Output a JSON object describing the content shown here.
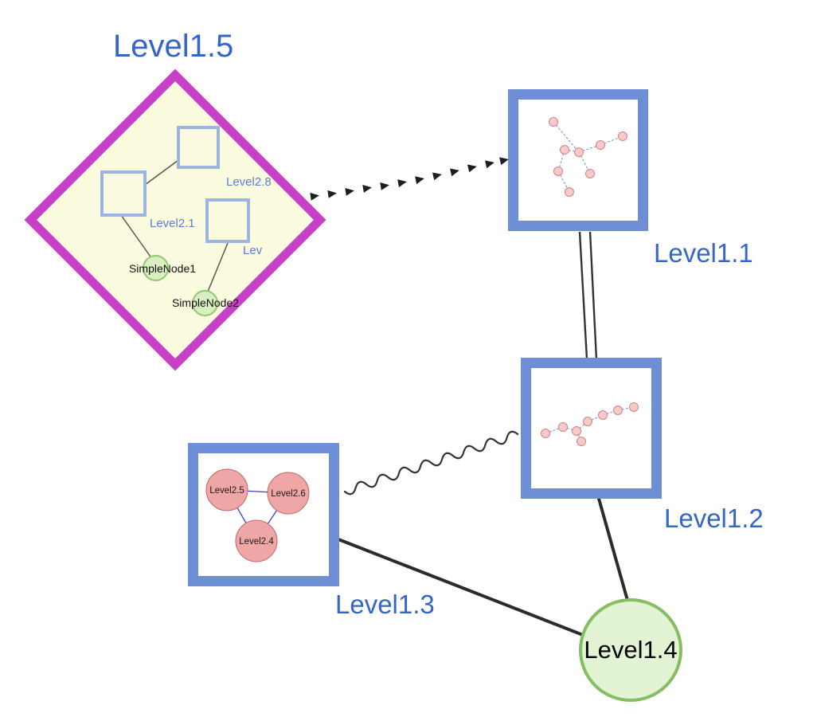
{
  "diagram": {
    "top_nodes": {
      "level15": {
        "label": "Level1.5",
        "shape": "diamond"
      },
      "level11": {
        "label": "Level1.1",
        "shape": "square"
      },
      "level12": {
        "label": "Level1.2",
        "shape": "square"
      },
      "level13": {
        "label": "Level1.3",
        "shape": "square"
      },
      "level14": {
        "label": "Level1.4",
        "shape": "circle"
      }
    },
    "level15_children": {
      "level28": "Level2.8",
      "level21": "Level2.1",
      "lev": "Lev",
      "simplenode1": "SimpleNode1",
      "simplenode2": "SimpleNode2"
    },
    "level13_children": {
      "level25": "Level2.5",
      "level26": "Level2.6",
      "level24": "Level2.4"
    },
    "edges": [
      {
        "from": "Level1.5",
        "to": "Level1.1",
        "style": "dashed-arrow"
      },
      {
        "from": "Level1.1",
        "to": "Level1.2",
        "style": "double-line"
      },
      {
        "from": "Level1.2",
        "to": "Level1.3",
        "style": "wavy"
      },
      {
        "from": "Level1.3",
        "to": "Level1.4",
        "style": "solid"
      },
      {
        "from": "Level1.2",
        "to": "Level1.4",
        "style": "solid"
      }
    ],
    "level15_edges": [
      {
        "from": "Level2.1",
        "to": "Level2.8"
      },
      {
        "from": "Level2.1",
        "to": "SimpleNode1"
      },
      {
        "from": "Lev",
        "to": "SimpleNode2"
      }
    ],
    "level13_edges": [
      {
        "from": "Level2.5",
        "to": "Level2.6"
      },
      {
        "from": "Level2.5",
        "to": "Level2.4"
      },
      {
        "from": "Level2.6",
        "to": "Level2.4"
      }
    ],
    "colors": {
      "label_blue": "#3465c9",
      "diamond_border": "#c840c8",
      "diamond_fill": "#fbfbe0",
      "box_border": "#6e8ed6",
      "small_square_border": "#9db3e0",
      "green_node_fill": "#d9efc2",
      "green_node_border": "#93c573",
      "level14_fill": "#e3f4d4",
      "level14_border": "#85bd63",
      "pink_node_fill": "#f7caca",
      "pink_node_stroke": "#d08484",
      "level13_circle_fill": "#efa6a6",
      "edge_color": "#2b2b2b",
      "subgraph_edge_blue": "#7788cc"
    }
  }
}
